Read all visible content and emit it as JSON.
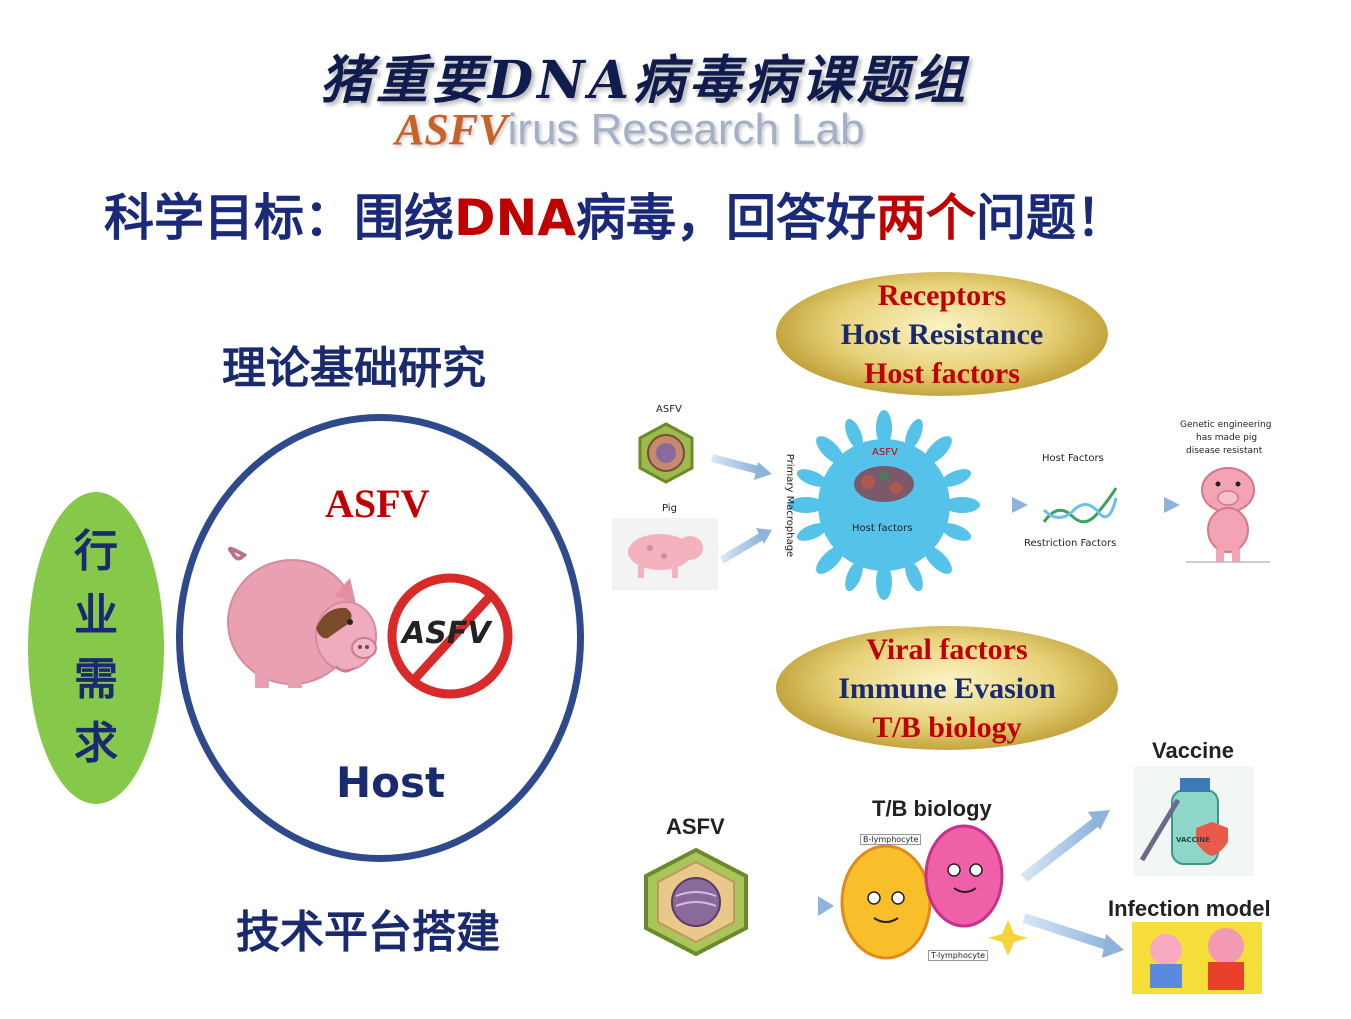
{
  "header": {
    "lab_name_cn": "猪重要DNA病毒病课题组",
    "lab_name_en_prefix": "ASFV",
    "lab_name_en_rest": "irus Research Lab",
    "goal_part1": "科学目标：围绕",
    "goal_highlight1": "DNA",
    "goal_part2": "病毒，回答好",
    "goal_highlight2": "两个",
    "goal_part3": "问题！"
  },
  "left": {
    "theory_label": "理论基础研究",
    "tech_label": "技术平台搭建",
    "industry_label": "行业需求",
    "virus_label": "ASFV",
    "host_label": "Host",
    "sign_text": "ASFV"
  },
  "top_ellipse": {
    "line1": "Receptors",
    "line2": "Host Resistance",
    "line3": "Host factors"
  },
  "bottom_ellipse": {
    "line1": "Viral factors",
    "line2": "Immune Evasion",
    "line3": "T/B biology"
  },
  "top_diagram": {
    "asfv_label": "ASFV",
    "pig_label": "Pig",
    "macrophage_label": "Primary Macrophage",
    "cell_virus_label": "ASFV",
    "cell_host_label": "Host factors",
    "host_factors_label": "Host Factors",
    "restriction_label": "Restriction Factors",
    "ge_line1": "Genetic engineering",
    "ge_line2": "has made pig",
    "ge_line3": "disease resistant"
  },
  "bottom_diagram": {
    "asfv_label": "ASFV",
    "tb_label": "T/B biology",
    "b_cell_label": "B-lymphocyte",
    "t_cell_label": "T-lymphocyte",
    "vaccine_label": "Vaccine",
    "vaccine_bottle_text": "VACCINE",
    "infection_label": "Infection model"
  },
  "colors": {
    "navy": "#1a2a6e",
    "red": "#c00000",
    "green": "#86c94a",
    "circle_border": "#2e4a8c"
  }
}
